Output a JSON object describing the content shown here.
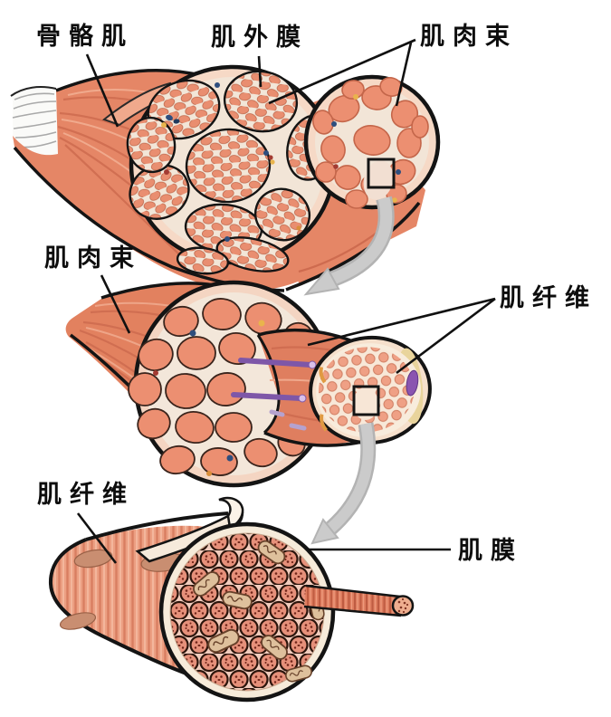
{
  "figure": {
    "type": "anatomical-diagram",
    "subject": "skeletal-muscle-structure",
    "background": "#FFFFFF",
    "labels": {
      "skeletal_muscle": "骨骼肌",
      "epimysium": "肌外膜",
      "fascicle_top": "肌肉束",
      "fascicle_middle": "肌肉束",
      "muscle_fiber_middle": "肌纤维",
      "muscle_fiber_bottom": "肌纤维",
      "sarcolemma": "肌膜"
    },
    "colors": {
      "muscle": "#E58666",
      "muscle_streak_dark": "#CE6B4F",
      "muscle_streak_light": "#F2AE92",
      "cross_section_rim": "#F6D9C6",
      "connective_cream": "#F2E5D7",
      "fascicle_fill": "#EC8F71",
      "outline": "#141414",
      "nerve_purple": "#7E57A8",
      "zoom_arrow_gray": "#CBCBCB",
      "mitochondria_tan": "#DEC09C",
      "sheath_beige": "#E9D49C",
      "tendon_white": "#FAFAF8"
    }
  }
}
